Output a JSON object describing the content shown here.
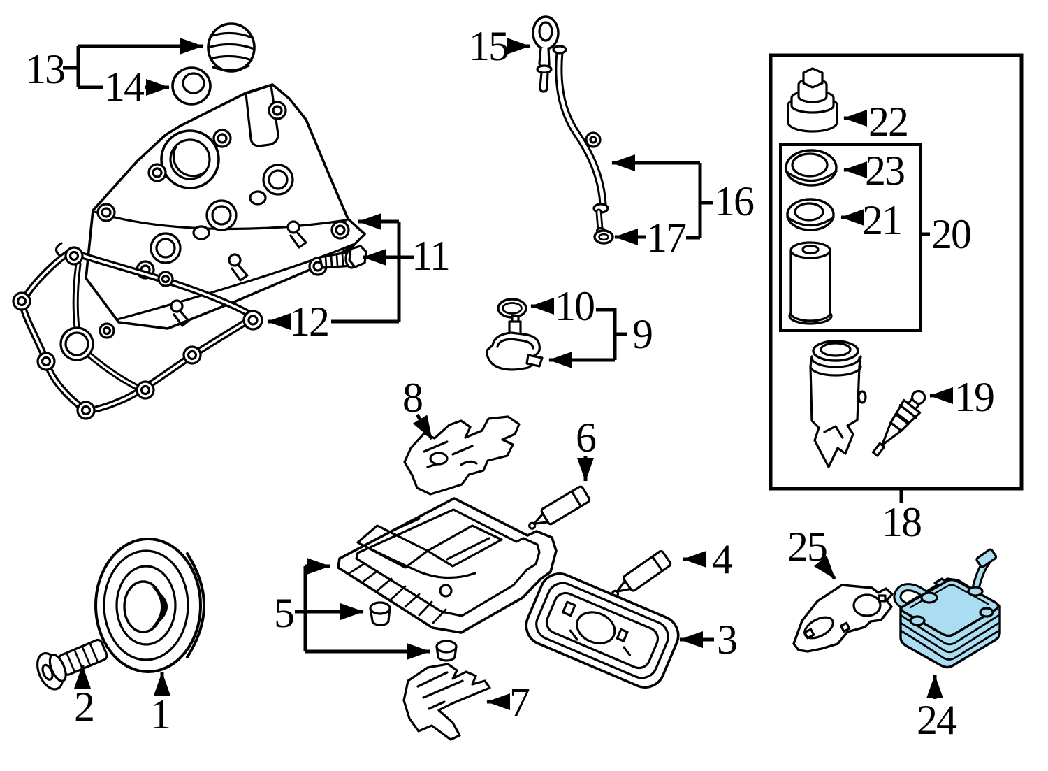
{
  "figure": {
    "type": "exploded-parts-diagram",
    "subject": "engine-oil-system-and-valve-cover",
    "background_color": "#ffffff",
    "line_color": "#000000",
    "highlight_color": "#aadcf2",
    "highlighted_callout": "24"
  },
  "callouts": {
    "c1": "1",
    "c2": "2",
    "c3": "3",
    "c4": "4",
    "c5": "5",
    "c6": "6",
    "c7": "7",
    "c8": "8",
    "c9": "9",
    "c10": "10",
    "c11": "11",
    "c12": "12",
    "c13": "13",
    "c14": "14",
    "c15": "15",
    "c16": "16",
    "c17": "17",
    "c18": "18",
    "c19": "19",
    "c20": "20",
    "c21": "21",
    "c22": "22",
    "c23": "23",
    "c24": "24",
    "c25": "25"
  }
}
